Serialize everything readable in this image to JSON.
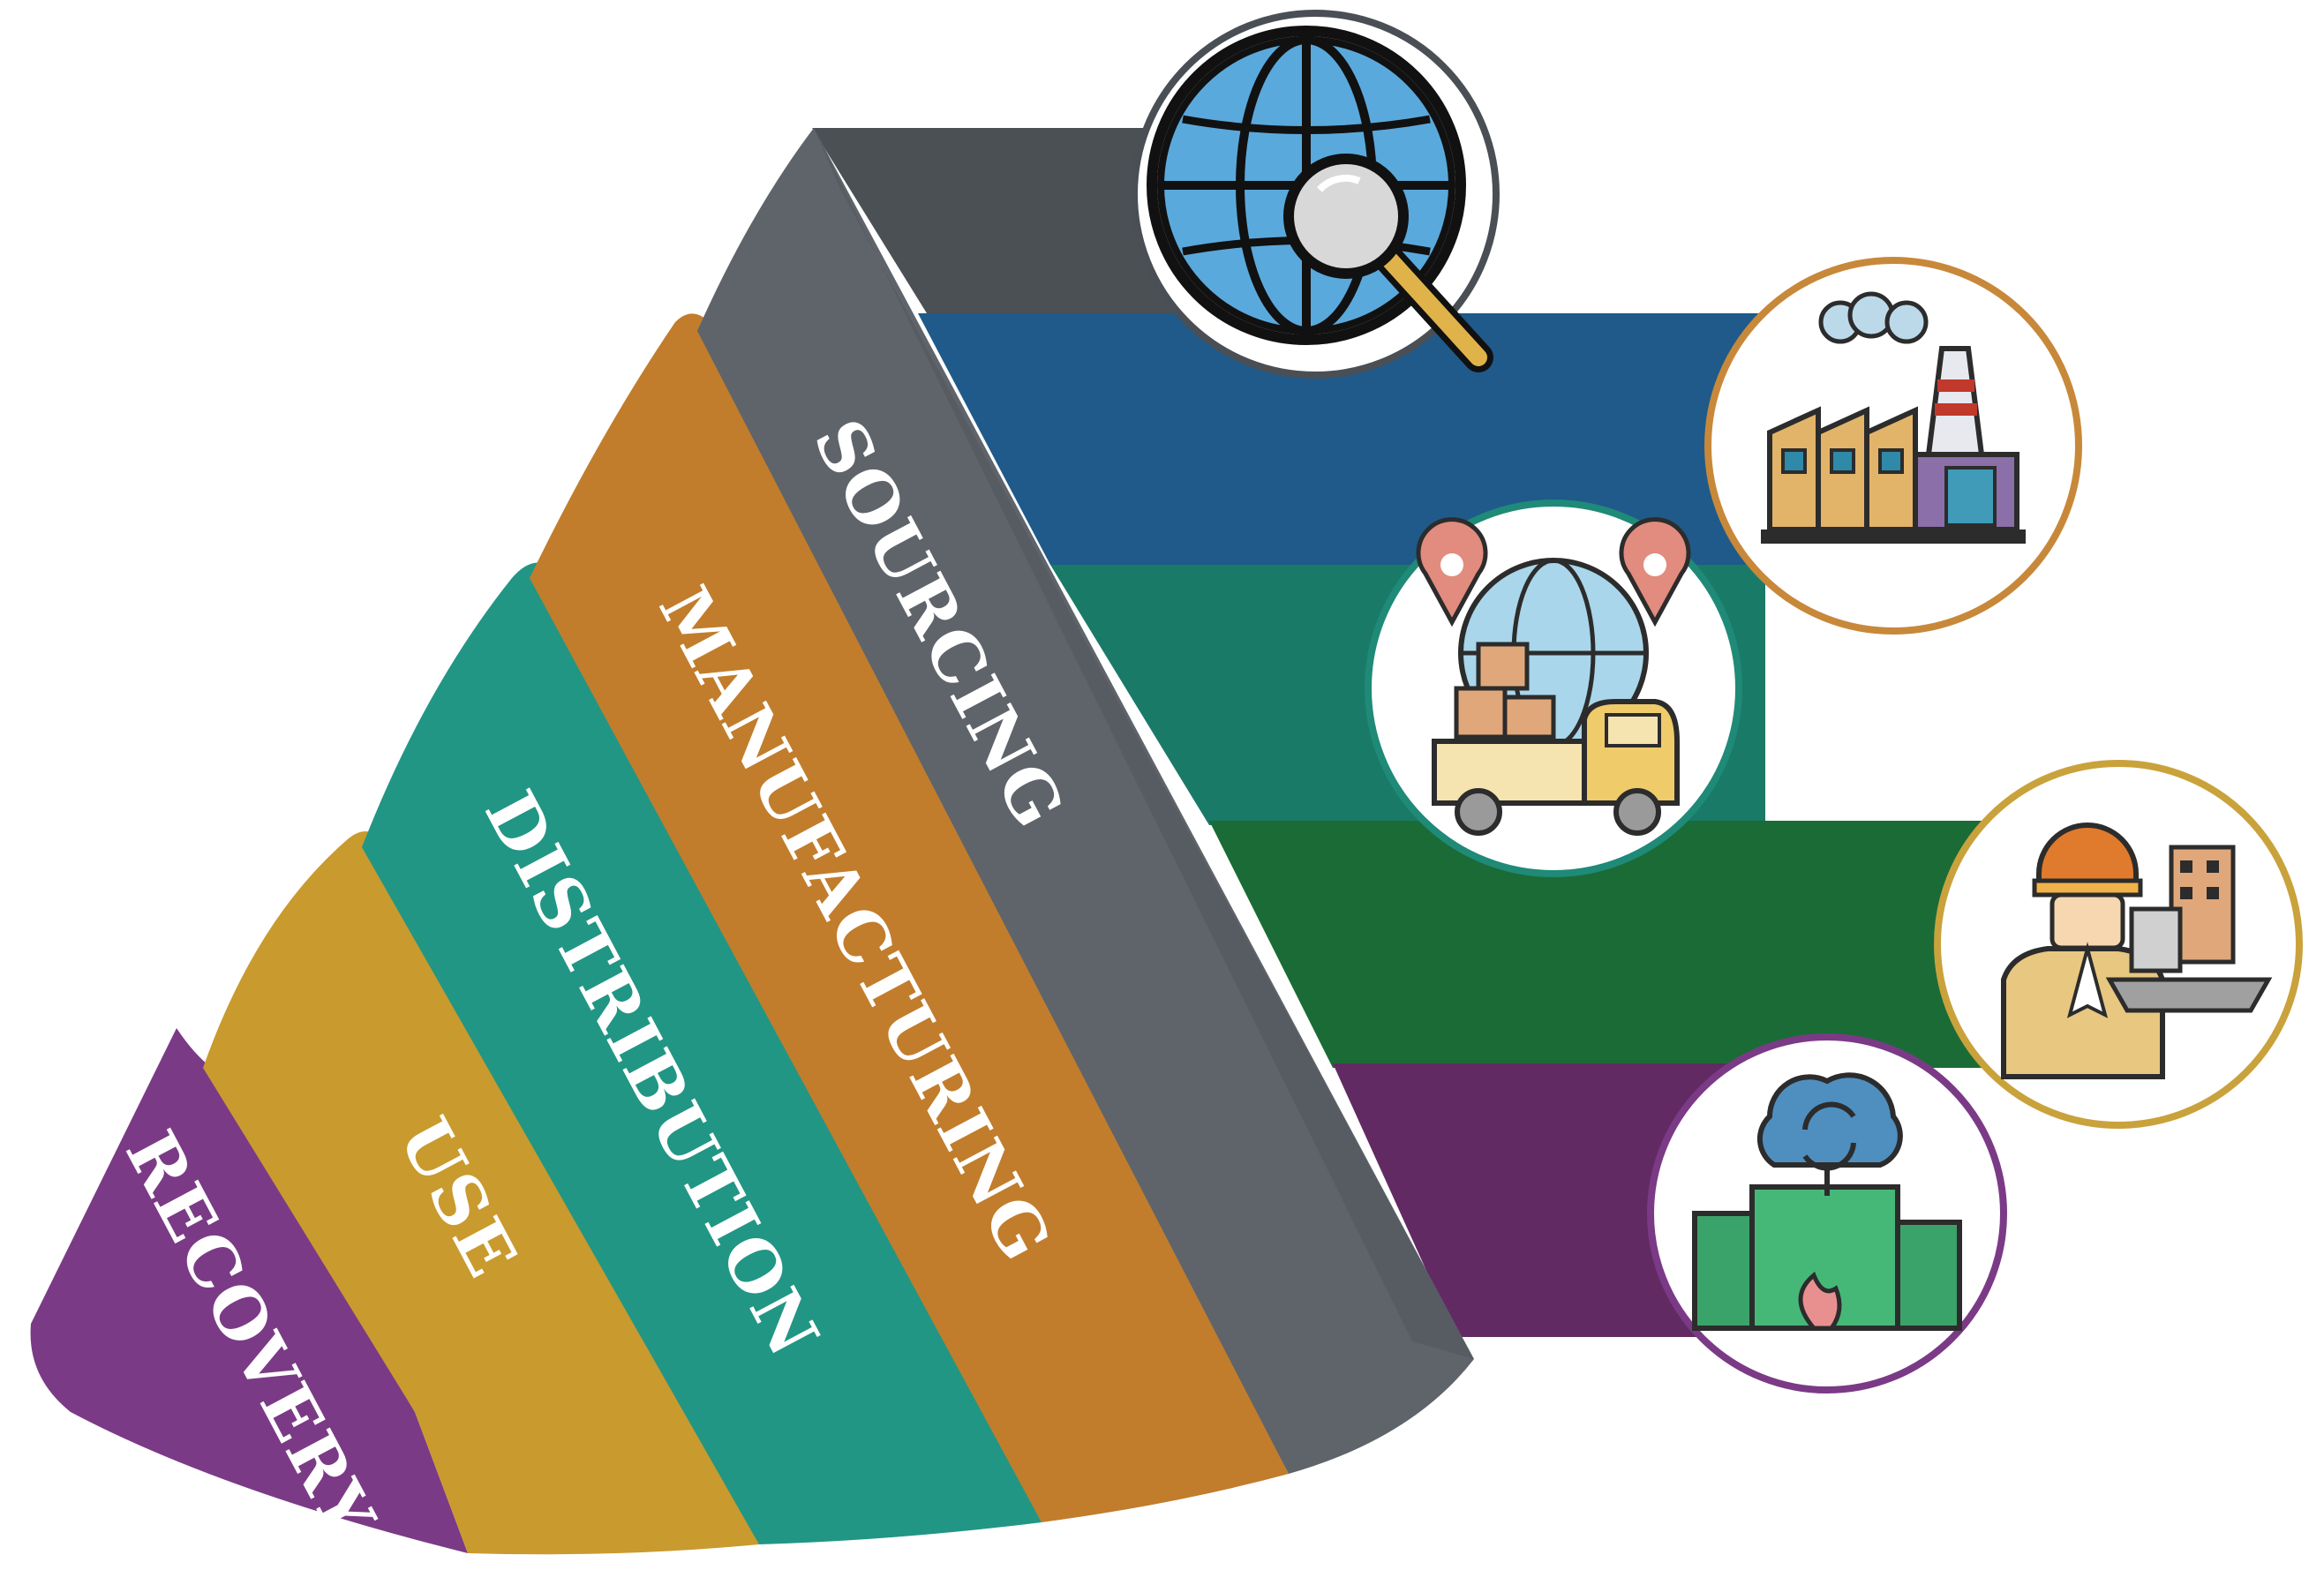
{
  "stages": [
    {
      "id": "sourcing",
      "label": "SOURCING",
      "color": "#5f646b",
      "shade": "#4b5055",
      "icon": "globe-search-icon",
      "ring": "#4a4f55"
    },
    {
      "id": "manufacturing",
      "label": "MANUFACTURING",
      "color": "#c17d2c",
      "shade": "#1f5a8a",
      "icon": "factory-icon",
      "ring": "#c8883a"
    },
    {
      "id": "distribution",
      "label": "DISTRIBUTION",
      "color": "#219684",
      "shade": "#1a7a68",
      "icon": "delivery-truck-icon",
      "ring": "#1f8a77"
    },
    {
      "id": "use",
      "label": "USE",
      "color": "#c99a2e",
      "shade": "#1b6b36",
      "icon": "engineer-building-icon",
      "ring": "#c9a23c"
    },
    {
      "id": "recovery",
      "label": "RECOVERY",
      "color": "#7b3a86",
      "shade": "#622a63",
      "icon": "recycle-building-icon",
      "ring": "#7b3a86"
    }
  ]
}
